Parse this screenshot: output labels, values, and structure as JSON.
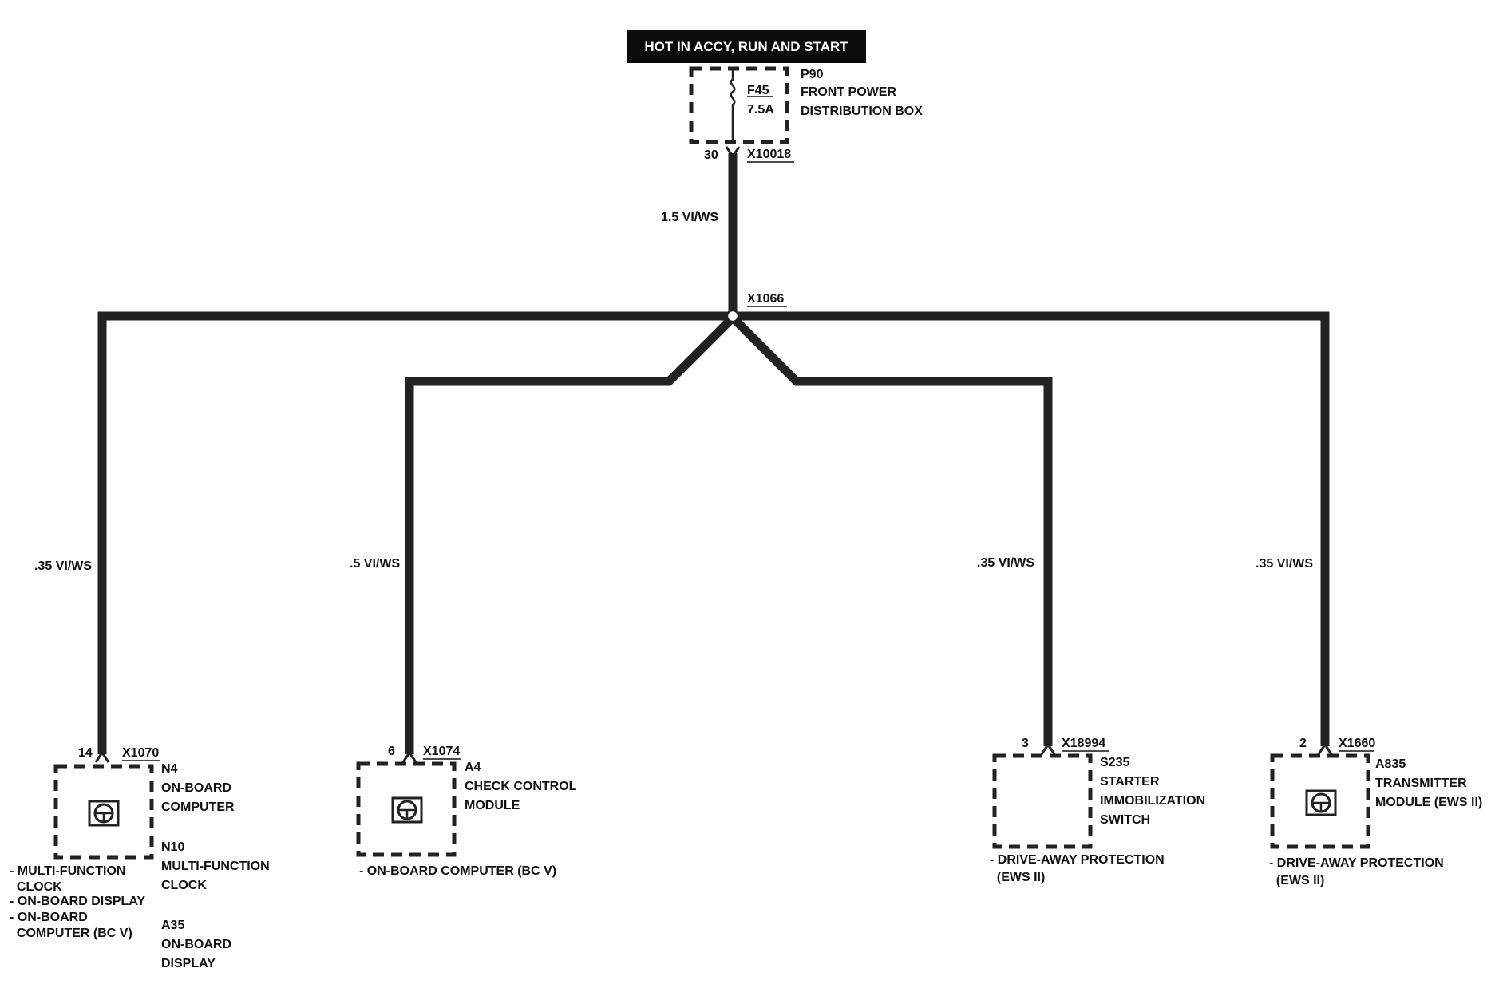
{
  "power_source": {
    "label": "HOT IN ACCY, RUN AND START"
  },
  "fuse_box": {
    "code": "P90",
    "name_line1": "FRONT POWER",
    "name_line2": "DISTRIBUTION BOX",
    "fuse_id": "F45",
    "fuse_rating": "7.5A",
    "pin": "30",
    "connector": "X10018"
  },
  "main_wire": {
    "label": "1.5 VI/WS"
  },
  "splice": {
    "label": "X1066"
  },
  "branches": [
    {
      "wire": ".35 VI/WS",
      "pin": "14",
      "connector": "X1070",
      "component_lines": [
        "N4",
        "ON-BOARD",
        "COMPUTER",
        "N10",
        "MULTI-FUNCTION",
        "CLOCK",
        "A35",
        "ON-BOARD",
        "DISPLAY"
      ],
      "note_lines": [
        "- MULTI-FUNCTION",
        "  CLOCK",
        "- ON-BOARD DISPLAY",
        "- ON-BOARD",
        "  COMPUTER (BC V)"
      ]
    },
    {
      "wire": ".5 VI/WS",
      "pin": "6",
      "connector": "X1074",
      "component_lines": [
        "A4",
        "CHECK CONTROL",
        "MODULE"
      ],
      "note_lines": [
        "- ON-BOARD COMPUTER (BC V)"
      ]
    },
    {
      "wire": ".35 VI/WS",
      "pin": "3",
      "connector": "X18994",
      "component_lines": [
        "S235",
        "STARTER",
        "IMMOBILIZATION",
        "SWITCH"
      ],
      "note_lines": [
        "- DRIVE-AWAY PROTECTION",
        "  (EWS II)"
      ]
    },
    {
      "wire": ".35 VI/WS",
      "pin": "2",
      "connector": "X1660",
      "component_lines": [
        "A835",
        "TRANSMITTER",
        "MODULE (EWS II)"
      ],
      "note_lines": [
        "- DRIVE-AWAY PROTECTION",
        "  (EWS II)"
      ]
    }
  ],
  "icons": {
    "module": "steering-wheel-icon",
    "fuse": "fuse-icon",
    "splice": "splice-node-icon"
  }
}
